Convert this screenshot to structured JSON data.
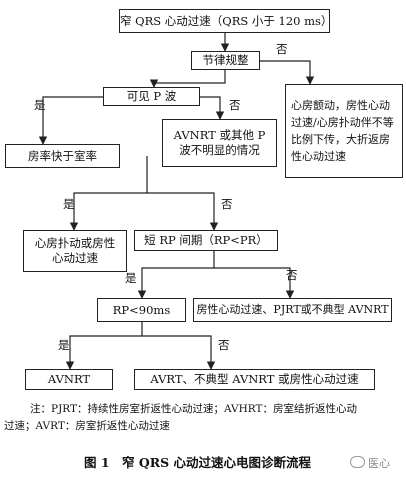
{
  "nodes": {
    "root": "窄 QRS 心动过速（QRS 小于 120 ms）",
    "rhythm": "节律规整",
    "af": "心房颤动，房性心动过速/心房扑动伴不等比例下传，大折返房性心动过速",
    "pwave": "可见 P 波",
    "avnrt_other": "AVNRT 或其他 P 波不明显的情况",
    "atrial_faster": "房率快于室率",
    "flutter": "心房扑动或房性心动过速",
    "short_rp": "短 RP 间期（RP<PR）",
    "rp90": "RP<90ms",
    "pjrt": "房性心动过速、PJRT或不典型 AVNRT",
    "avnrt": "AVNRT",
    "avrt_group": "AVRT、不典型 AVNRT 或房性心动过速"
  },
  "labels": {
    "yes": "是",
    "no": "否"
  },
  "footnote": {
    "line1": "注：PJRT：持续性房室折返性心动过速；AVHRT：房室结折返性心动",
    "line2": "过速；AVRT：房室折返性心动过速"
  },
  "caption": "图 1　窄 QRS 心动过速心电图诊断流程",
  "watermark": "医心"
}
